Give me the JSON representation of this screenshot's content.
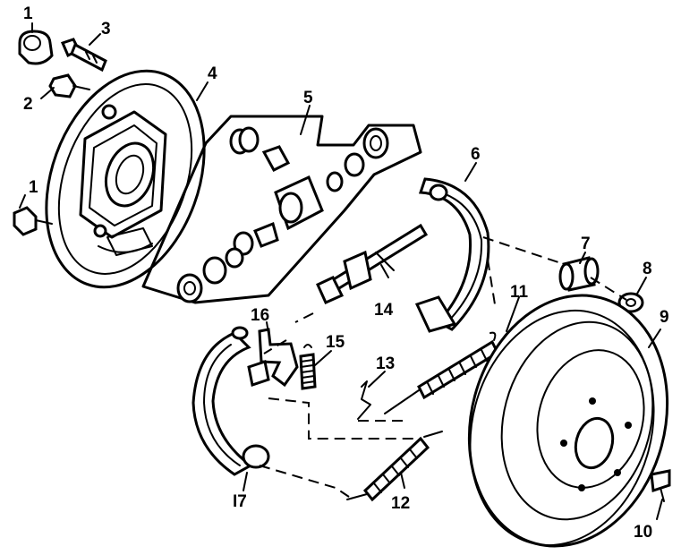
{
  "diagram": {
    "callouts": [
      {
        "id": "1a",
        "text": "1"
      },
      {
        "id": "1b",
        "text": "1"
      },
      {
        "id": "2",
        "text": "2"
      },
      {
        "id": "3",
        "text": "3"
      },
      {
        "id": "4",
        "text": "4"
      },
      {
        "id": "5",
        "text": "5"
      },
      {
        "id": "6",
        "text": "6"
      },
      {
        "id": "7",
        "text": "7"
      },
      {
        "id": "8",
        "text": "8"
      },
      {
        "id": "9",
        "text": "9"
      },
      {
        "id": "10",
        "text": "10"
      },
      {
        "id": "11",
        "text": "11"
      },
      {
        "id": "12",
        "text": "12"
      },
      {
        "id": "13",
        "text": "13"
      },
      {
        "id": "14",
        "text": "14"
      },
      {
        "id": "15",
        "text": "15"
      },
      {
        "id": "16",
        "text": "16"
      },
      {
        "id": "17",
        "text": "I7"
      }
    ]
  }
}
